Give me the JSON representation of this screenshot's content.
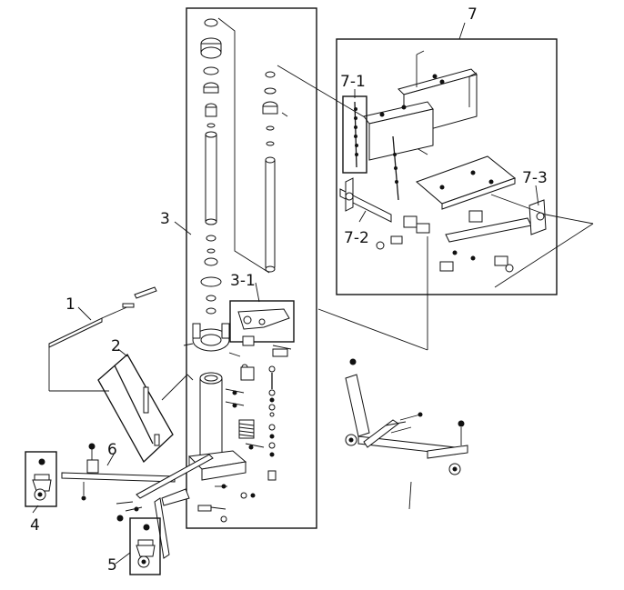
{
  "callouts": [
    {
      "key": "tie_bar",
      "label": "1"
    },
    {
      "key": "handle",
      "label": "2"
    },
    {
      "key": "column_assembly",
      "label": "3"
    },
    {
      "key": "pump_unit",
      "label": "3-1"
    },
    {
      "key": "caster_front",
      "label": "4"
    },
    {
      "key": "caster_rear",
      "label": "5"
    },
    {
      "key": "base_frame",
      "label": "6"
    },
    {
      "key": "saddle_assembly",
      "label": "7"
    },
    {
      "key": "chain_set",
      "label": "7-1"
    },
    {
      "key": "left_arm",
      "label": "7-2"
    },
    {
      "key": "right_arm",
      "label": "7-3"
    }
  ]
}
